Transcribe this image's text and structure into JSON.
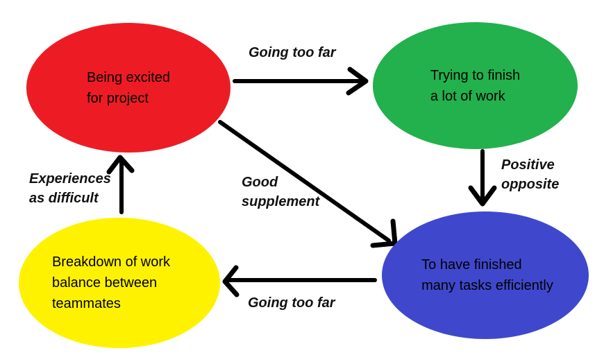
{
  "diagram": {
    "background_color": "#ffffff",
    "arrow_color": "#000000",
    "nodes": [
      {
        "id": "being-excited",
        "shape": "ellipse",
        "color": "#ED1C24",
        "lines": [
          "Being excited",
          "for project"
        ]
      },
      {
        "id": "trying-to-finish",
        "shape": "ellipse",
        "color": "#22B14C",
        "lines": [
          "Trying to finish",
          "a lot of work"
        ]
      },
      {
        "id": "finished-tasks",
        "shape": "ellipse",
        "color": "#3F48CC",
        "lines": [
          "To have finished",
          "many tasks efficiently"
        ]
      },
      {
        "id": "work-breakdown",
        "shape": "ellipse",
        "color": "#FFF200",
        "lines": [
          "Breakdown of work",
          "balance between",
          "teammates"
        ]
      }
    ],
    "edges": [
      {
        "from": "being-excited",
        "to": "trying-to-finish",
        "label": "Going too far",
        "label_lines": [
          "Going too far"
        ]
      },
      {
        "from": "trying-to-finish",
        "to": "finished-tasks",
        "label": "Positive opposite",
        "label_lines": [
          "Positive",
          "opposite"
        ]
      },
      {
        "from": "being-excited",
        "to": "finished-tasks",
        "label": "Good supplement",
        "label_lines": [
          "Good",
          "supplement"
        ]
      },
      {
        "from": "finished-tasks",
        "to": "work-breakdown",
        "label": "Going too far",
        "label_lines": [
          "Going too far"
        ]
      },
      {
        "from": "work-breakdown",
        "to": "being-excited",
        "label": "Experiences as difficult",
        "label_lines": [
          "Experiences",
          "as difficult"
        ]
      }
    ]
  }
}
